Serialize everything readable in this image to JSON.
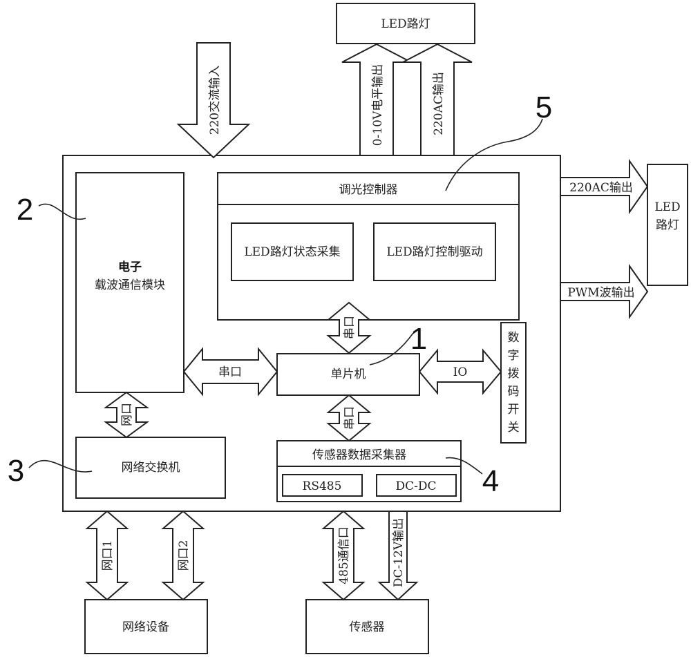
{
  "blocks": {
    "led_top": "LED路灯",
    "led_right_1": "LED",
    "led_right_2": "路灯",
    "dimming": "调光控制器",
    "led_status": "LED路灯状态采集",
    "led_drive": "LED路灯控制驱动",
    "carrier_1": "电子",
    "carrier_2": "载波通信模块",
    "mcu": "单片机",
    "dip_switch": [
      "数",
      "字",
      "拨",
      "码",
      "开",
      "关"
    ],
    "net_switch": "网络交换机",
    "sensor_acq": "传感器数据采集器",
    "rs485": "RS485",
    "dcdc": "DC-DC",
    "net_device": "网络设备",
    "sensor": "传感器"
  },
  "arrows": {
    "ac_in": "220交流输入",
    "v_out": "0-10V电平输出",
    "ac_out_top": "220AC输出",
    "ac_out_right": "220AC输出",
    "pwm_out": "PWM波输出",
    "serial_1": "串口",
    "serial_2": "串口",
    "serial_3": "串口",
    "net_port": "网口",
    "io": "IO",
    "net_port1": "网口1",
    "net_port2": "网口2",
    "port_485": "485通信口",
    "dc_out": "DC-12V输出"
  },
  "numbers": [
    "1",
    "2",
    "3",
    "4",
    "5"
  ]
}
